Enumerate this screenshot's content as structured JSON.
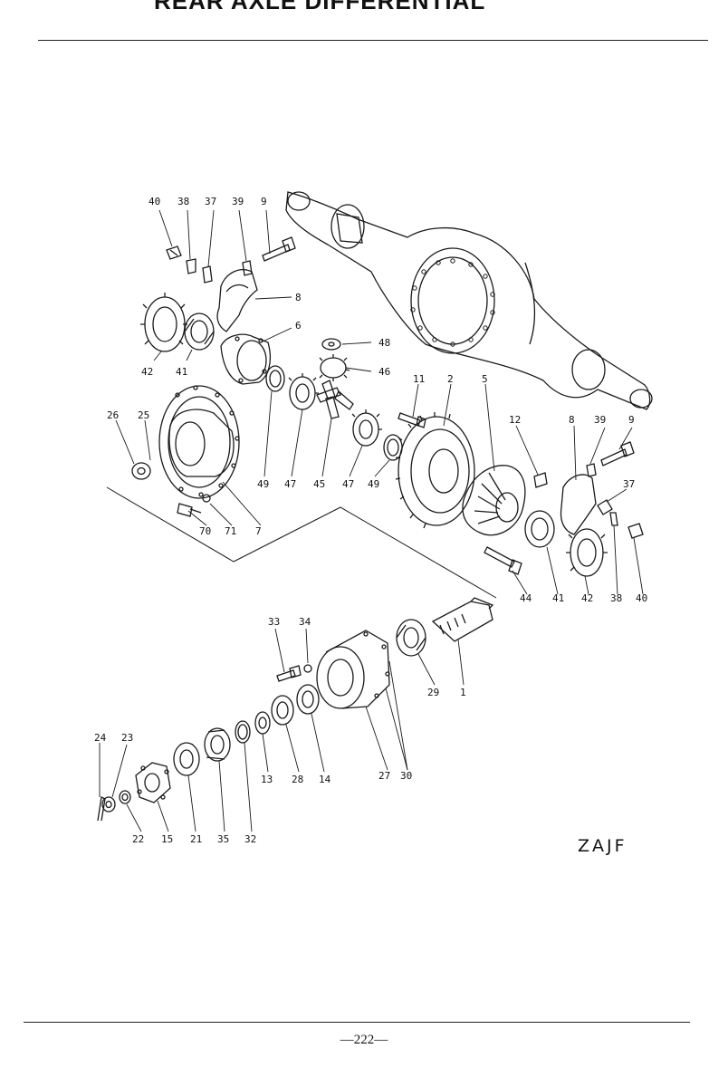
{
  "header": {
    "title": "REAR AXLE DIFFERENTIAL"
  },
  "diagram_code": "ZAJF",
  "footer": {
    "page_number": "—222—"
  },
  "callouts": [
    {
      "id": "c40a",
      "label": "40"
    },
    {
      "id": "c38a",
      "label": "38"
    },
    {
      "id": "c37a",
      "label": "37"
    },
    {
      "id": "c39a",
      "label": "39"
    },
    {
      "id": "c9a",
      "label": "9"
    },
    {
      "id": "c8a",
      "label": "8"
    },
    {
      "id": "c6",
      "label": "6"
    },
    {
      "id": "c48",
      "label": "48"
    },
    {
      "id": "c46",
      "label": "46"
    },
    {
      "id": "c42a",
      "label": "42"
    },
    {
      "id": "c41a",
      "label": "41"
    },
    {
      "id": "c11",
      "label": "11"
    },
    {
      "id": "c2",
      "label": "2"
    },
    {
      "id": "c5",
      "label": "5"
    },
    {
      "id": "c12",
      "label": "12"
    },
    {
      "id": "c8b",
      "label": "8"
    },
    {
      "id": "c39b",
      "label": "39"
    },
    {
      "id": "c9b",
      "label": "9"
    },
    {
      "id": "c26",
      "label": "26"
    },
    {
      "id": "c25",
      "label": "25"
    },
    {
      "id": "c49a",
      "label": "49"
    },
    {
      "id": "c47a",
      "label": "47"
    },
    {
      "id": "c45",
      "label": "45"
    },
    {
      "id": "c47b",
      "label": "47"
    },
    {
      "id": "c49b",
      "label": "49"
    },
    {
      "id": "c37b",
      "label": "37"
    },
    {
      "id": "c70",
      "label": "70"
    },
    {
      "id": "c71",
      "label": "71"
    },
    {
      "id": "c7",
      "label": "7"
    },
    {
      "id": "c44",
      "label": "44"
    },
    {
      "id": "c41b",
      "label": "41"
    },
    {
      "id": "c42b",
      "label": "42"
    },
    {
      "id": "c38b",
      "label": "38"
    },
    {
      "id": "c40b",
      "label": "40"
    },
    {
      "id": "c33",
      "label": "33"
    },
    {
      "id": "c34",
      "label": "34"
    },
    {
      "id": "c29",
      "label": "29"
    },
    {
      "id": "c1",
      "label": "1"
    },
    {
      "id": "c24",
      "label": "24"
    },
    {
      "id": "c23",
      "label": "23"
    },
    {
      "id": "c13",
      "label": "13"
    },
    {
      "id": "c28",
      "label": "28"
    },
    {
      "id": "c14",
      "label": "14"
    },
    {
      "id": "c27",
      "label": "27"
    },
    {
      "id": "c30",
      "label": "30"
    },
    {
      "id": "c22",
      "label": "22"
    },
    {
      "id": "c15",
      "label": "15"
    },
    {
      "id": "c21",
      "label": "21"
    },
    {
      "id": "c35",
      "label": "35"
    },
    {
      "id": "c32",
      "label": "32"
    }
  ]
}
